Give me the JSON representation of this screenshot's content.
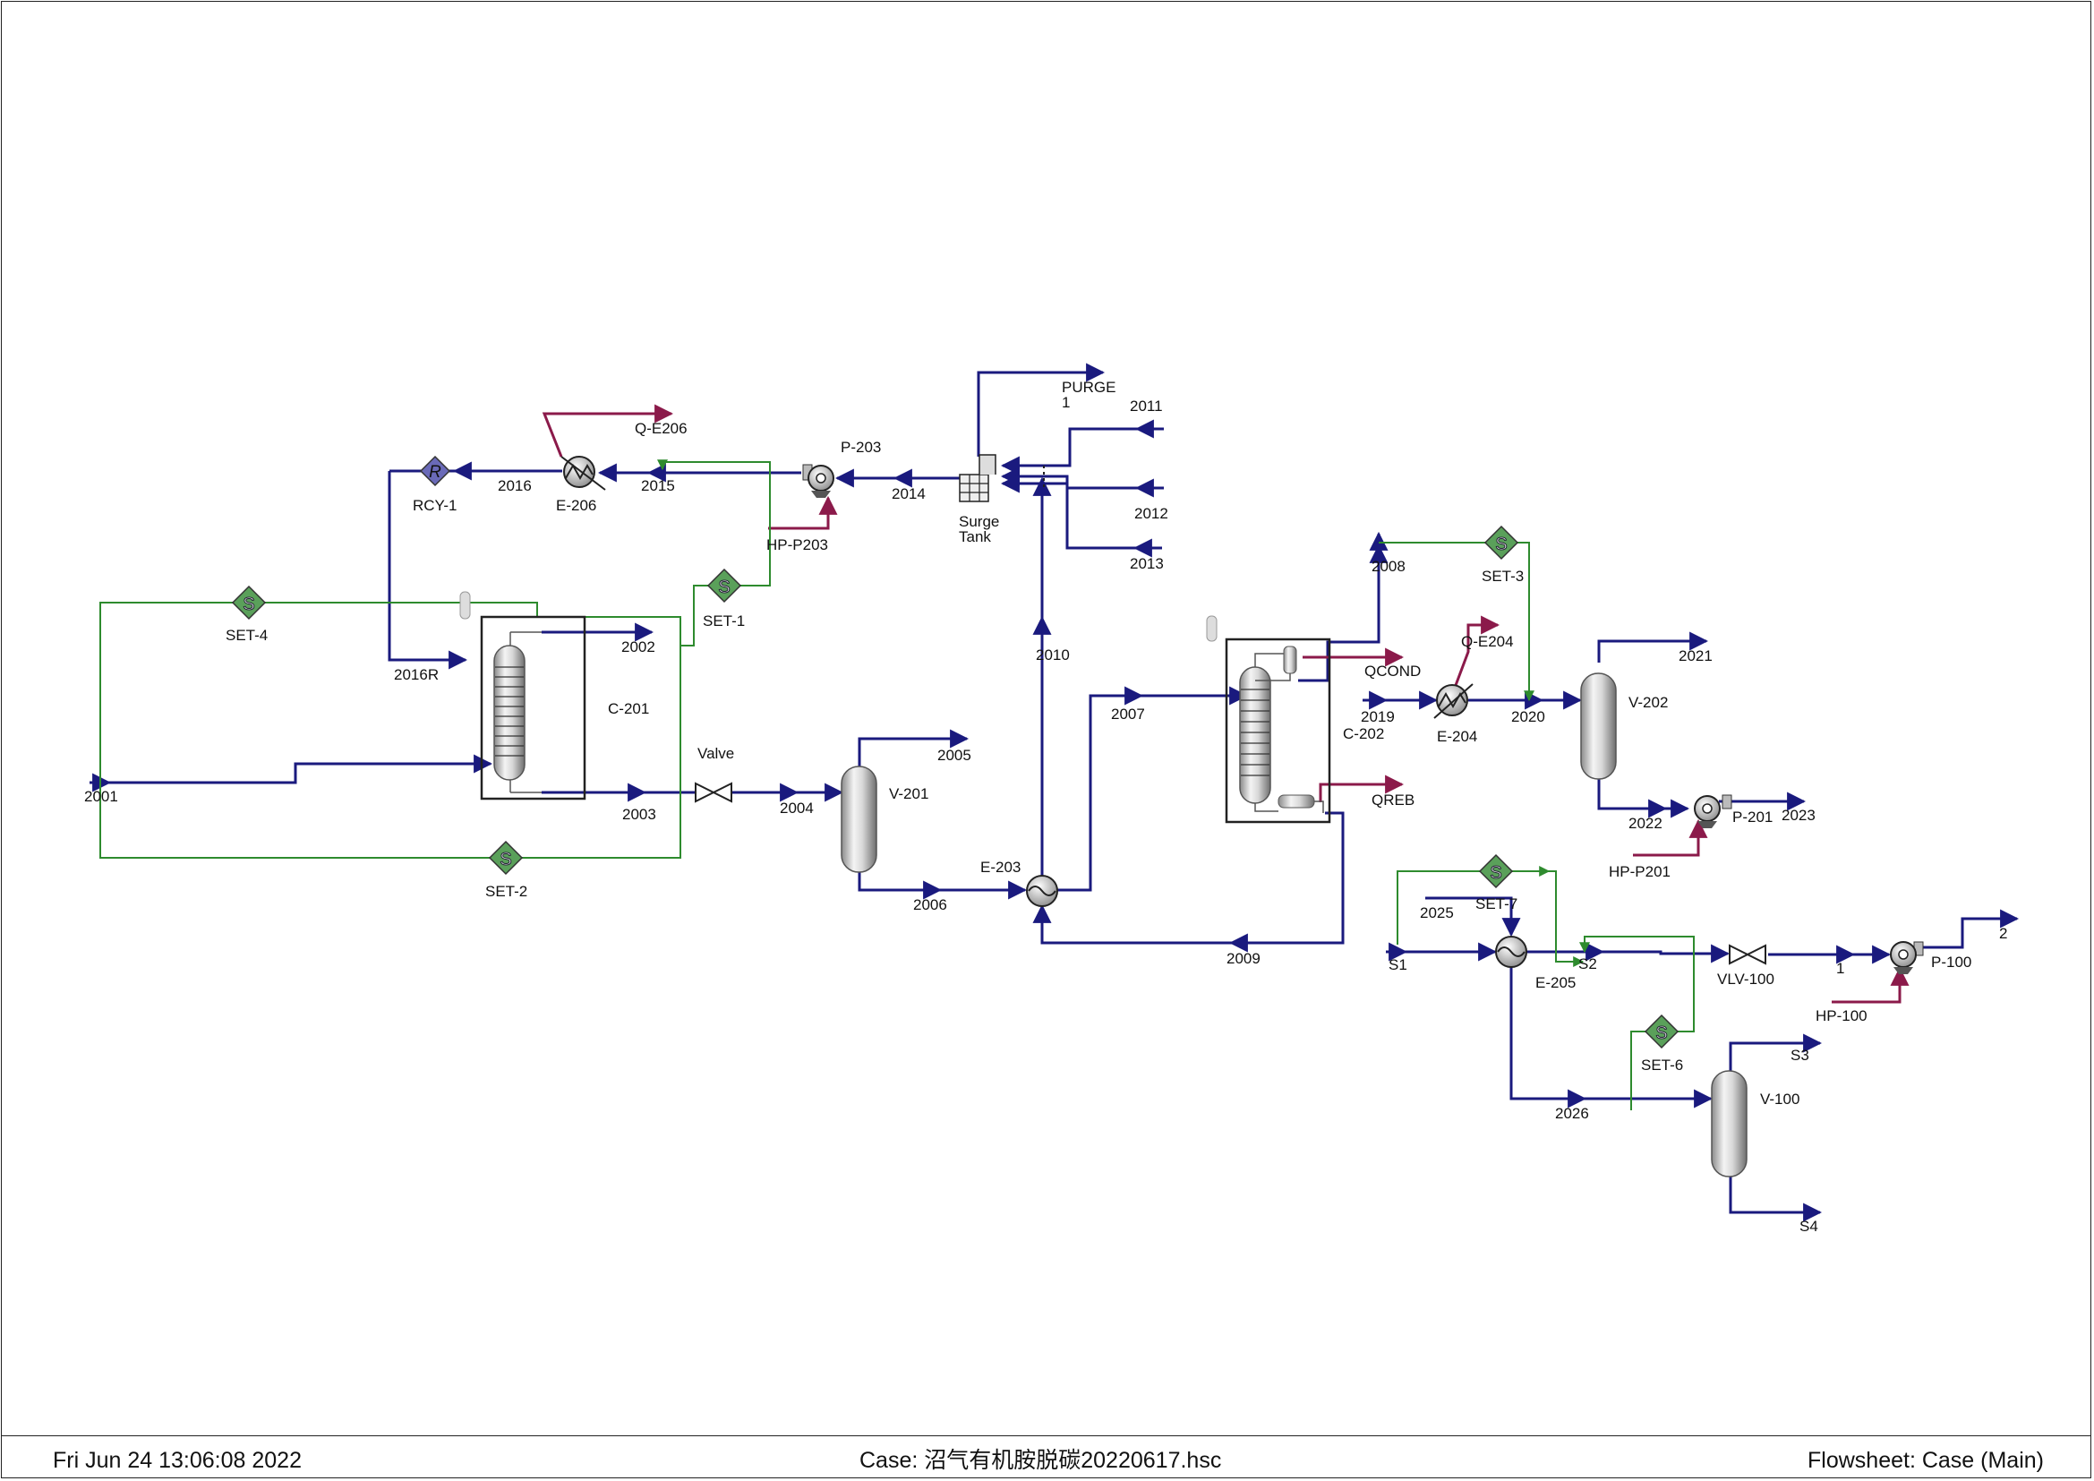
{
  "footer": {
    "timestamp": "Fri Jun 24 13:06:08 2022",
    "case": "Case: 沼气有机胺脱碳20220617.hsc",
    "flowsheet": "Flowsheet: Case (Main)"
  },
  "colors": {
    "material_stream": "#1a1a7e",
    "energy_stream": "#8b1a4a",
    "set_logic": "#2e8b2e",
    "set_fill": "#5aa05a",
    "recycle_fill": "#6a6ab8"
  },
  "labels": {
    "purge": "PURGE",
    "purge_num": "1",
    "s2011": "2011",
    "p203": "P-203",
    "qe206": "Q-E206",
    "s2016": "2016",
    "rcy1": "RCY-1",
    "e206": "E-206",
    "s2015": "2015",
    "s2014": "2014",
    "hpp203": "HP-P203",
    "surge": "Surge",
    "tank": "Tank",
    "s2012": "2012",
    "s2013": "2013",
    "set4": "SET-4",
    "set1": "SET-1",
    "s2002": "2002",
    "s2016r": "2016R",
    "c201": "C-201",
    "s2001": "2001",
    "valve": "Valve",
    "s2003": "2003",
    "s2004": "2004",
    "s2005": "2005",
    "v201": "V-201",
    "set2": "SET-2",
    "s2006": "2006",
    "e203": "E-203",
    "s2010": "2010",
    "s2007": "2007",
    "s2009": "2009",
    "s2008": "2008",
    "set3": "SET-3",
    "qe204": "Q-E204",
    "qcond": "QCOND",
    "s2019": "2019",
    "c202": "C-202",
    "e204": "E-204",
    "s2020": "2020",
    "s2021": "2021",
    "v202": "V-202",
    "qreb": "QREB",
    "s2022": "2022",
    "p201": "P-201",
    "s2023": "2023",
    "hpp201": "HP-P201",
    "s2025": "2025",
    "set7": "SET-7",
    "s1": "S1",
    "e205": "E-205",
    "ss2": "S2",
    "vlv100": "VLV-100",
    "n1": "1",
    "p100": "P-100",
    "n2": "2",
    "hp100": "HP-100",
    "set6": "SET-6",
    "s3": "S3",
    "v100": "V-100",
    "s2026": "2026",
    "s4": "S4",
    "s_letter": "S",
    "r_letter": "R"
  }
}
